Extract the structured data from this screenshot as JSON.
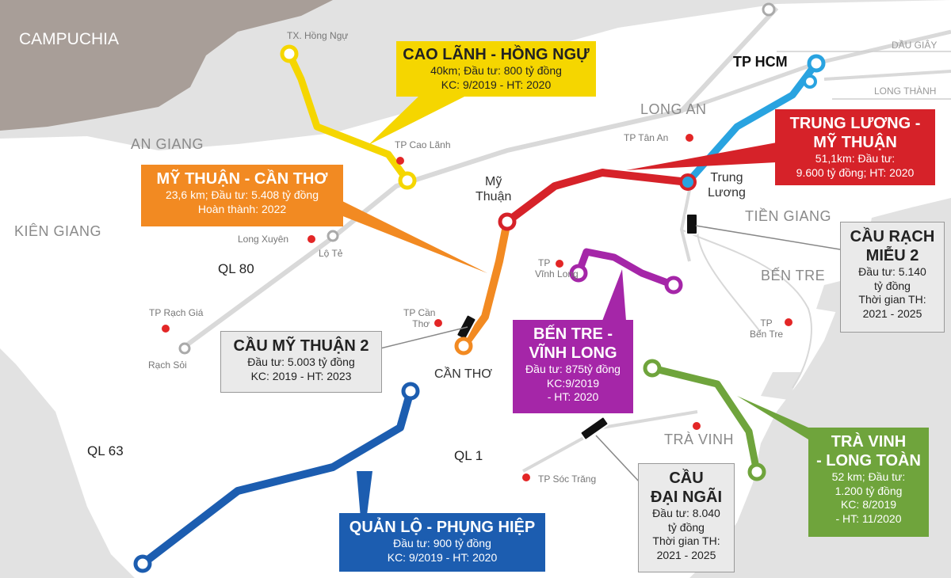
{
  "colors": {
    "yellow_route": "#f5d600",
    "orange_route": "#f28a22",
    "red_route": "#d62229",
    "lightblue_route": "#29a3e0",
    "purple_route": "#a526a8",
    "blue_route": "#1c5db0",
    "green_route": "#6fa43c",
    "land": "#ffffff",
    "sea": "#e2e2e2",
    "cambodia": "#a89e98",
    "city_dot": "#e32626"
  },
  "regions": {
    "campuchia": "CAMPUCHIA",
    "an_giang": "AN GIANG",
    "kien_giang": "KIÊN GIANG",
    "long_an": "LONG AN",
    "tien_giang": "TIỀN GIANG",
    "ben_tre": "BẾN TRE",
    "tra_vinh": "TRÀ VINH",
    "dau_giay": "DẦU GIÂY",
    "long_thanh": "LONG THÀNH"
  },
  "roads": {
    "ql80": "QL 80",
    "ql63": "QL 63",
    "ql1": "QL 1"
  },
  "cities": {
    "hong_ngu": "TX. Hồng Ngự",
    "cao_lanh": "TP Cao Lãnh",
    "tan_an": "TP Tân An",
    "long_xuyen": "Long Xuyên",
    "lo_te": "Lộ Tẻ",
    "rach_gia": "TP Rạch Giá",
    "rach_soi": "Rạch Sỏi",
    "can_tho_tp": [
      "TP Cần",
      "Thơ"
    ],
    "vinh_long": [
      "TP",
      "Vĩnh Long"
    ],
    "ben_tre_tp": [
      "TP",
      "Bến Tre"
    ],
    "soc_trang": "TP Sóc Trăng",
    "my_thuan": [
      "Mỹ",
      "Thuận"
    ],
    "trung_luong": [
      "Trung",
      "Lương"
    ],
    "can_tho": "CẦN THƠ",
    "tp_hcm": "TP HCM"
  },
  "projects": {
    "cao_lanh_hong_ngu": {
      "title": "CAO LÃNH - HỒNG NGỰ",
      "lines": [
        "40km; Đầu tư: 800 tỷ đồng",
        "KC: 9/2019  - HT: 2020"
      ]
    },
    "my_thuan_can_tho": {
      "title": "MỸ THUẬN - CẦN THƠ",
      "lines": [
        "23,6 km; Đầu tư: 5.408 tỷ đồng",
        "Hoàn thành: 2022"
      ]
    },
    "trung_luong_my_thuan": {
      "title": [
        "TRUNG LƯƠNG -",
        "MỸ THUẬN"
      ],
      "lines": [
        "51,1km: Đầu tư:",
        "9.600 tỷ đồng;  HT: 2020"
      ]
    },
    "cau_rach_mieu_2": {
      "title": [
        "CẦU RẠCH",
        "MIỄU 2"
      ],
      "lines": [
        "Đầu tư: 5.140",
        "tỷ đồng",
        "Thời gian TH:",
        "2021 - 2025"
      ]
    },
    "cau_my_thuan_2": {
      "title": "CẦU MỸ THUẬN 2",
      "lines": [
        "Đầu tư: 5.003 tỷ đồng",
        "KC: 2019 - HT: 2023"
      ]
    },
    "ben_tre_vinh_long": {
      "title": [
        "BẾN TRE -",
        "VĨNH LONG"
      ],
      "lines": [
        "Đầu tư: 875tỷ đồng",
        "KC:9/2019",
        "- HT: 2020"
      ]
    },
    "quan_lo_phung_hiep": {
      "title": "QUẢN LỘ - PHỤNG HIỆP",
      "lines": [
        "Đầu tư: 900 tỷ đồng",
        "KC: 9/2019  - HT: 2020"
      ]
    },
    "cau_dai_ngai": {
      "title": [
        "CẦU",
        "ĐẠI NGÃI"
      ],
      "lines": [
        "Đầu tư: 8.040",
        "tỷ đồng",
        "Thời gian TH:",
        "2021 - 2025"
      ]
    },
    "tra_vinh_long_toan": {
      "title": [
        "TRÀ VINH",
        "- LONG TOÀN"
      ],
      "lines": [
        "52 km; Đầu tư:",
        "1.200 tỷ đồng",
        "KC: 8/2019",
        "- HT: 11/2020"
      ]
    }
  }
}
